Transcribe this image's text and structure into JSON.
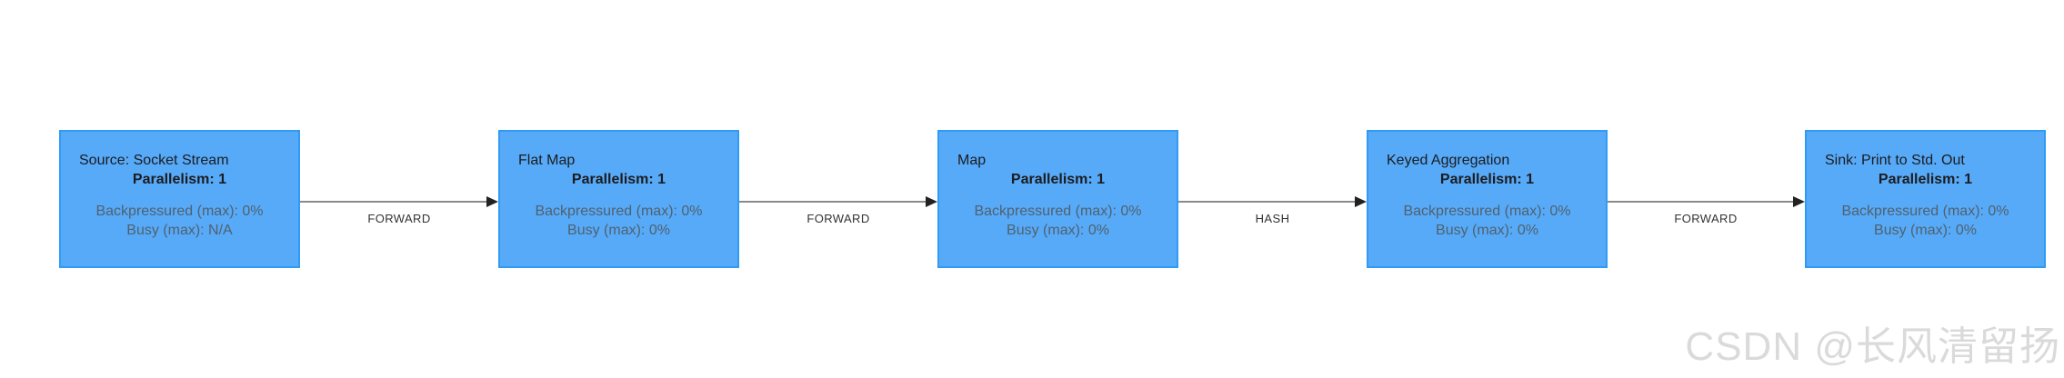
{
  "graph": {
    "nodes": [
      {
        "name": "Source: Socket Stream",
        "parallelism": "Parallelism: 1",
        "backpressured": "Backpressured (max): 0%",
        "busy": "Busy (max): N/A"
      },
      {
        "name": "Flat Map",
        "parallelism": "Parallelism: 1",
        "backpressured": "Backpressured (max): 0%",
        "busy": "Busy (max): 0%"
      },
      {
        "name": "Map",
        "parallelism": "Parallelism: 1",
        "backpressured": "Backpressured (max): 0%",
        "busy": "Busy (max): 0%"
      },
      {
        "name": "Keyed Aggregation",
        "parallelism": "Parallelism: 1",
        "backpressured": "Backpressured (max): 0%",
        "busy": "Busy (max): 0%"
      },
      {
        "name": "Sink: Print to Std. Out",
        "parallelism": "Parallelism: 1",
        "backpressured": "Backpressured (max): 0%",
        "busy": "Busy (max): 0%"
      }
    ],
    "edges": [
      {
        "label": "FORWARD"
      },
      {
        "label": "FORWARD"
      },
      {
        "label": "HASH"
      },
      {
        "label": "FORWARD"
      }
    ]
  },
  "watermark": {
    "text": "CSDN @长风清留扬"
  },
  "colors": {
    "background": "#ffffff",
    "node_fill": "#57aaf8",
    "node_border": "#2f9bf6",
    "node_title": "#1c1c1f",
    "node_metrics": "#50616f",
    "edge_line": "#8a8a8a",
    "edge_arrow": "#222222",
    "edge_label": "#333333",
    "watermark": "#dadada"
  }
}
